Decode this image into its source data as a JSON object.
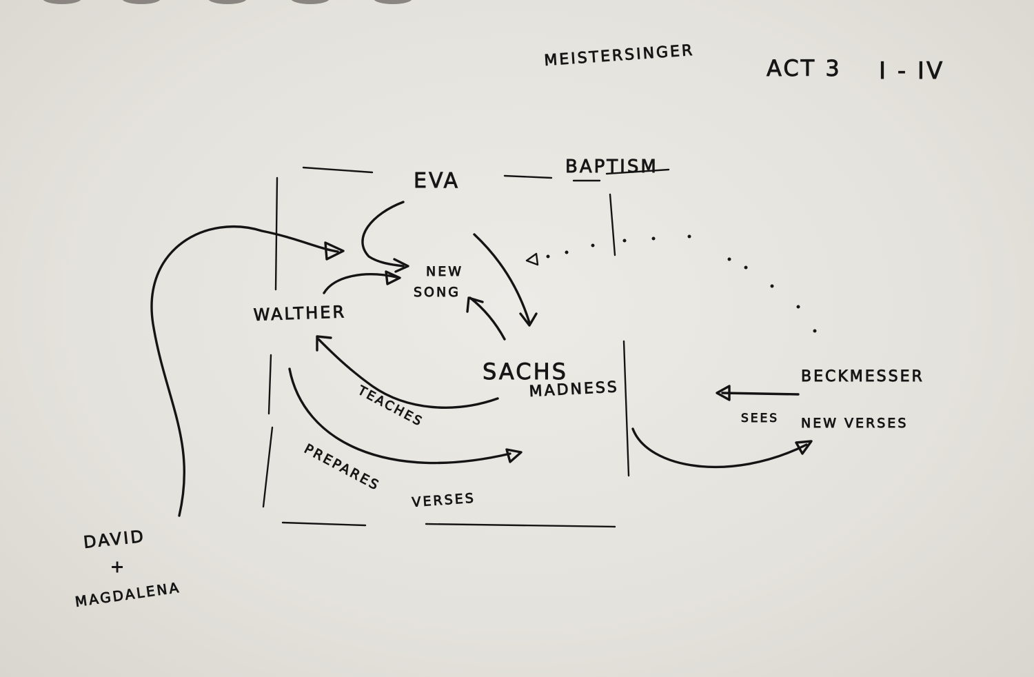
{
  "header": {
    "title": "Meistersinger",
    "act": "Act 3",
    "scenes": "I - IV"
  },
  "nodes": {
    "eva": "Eva",
    "baptism": "Baptism",
    "new_song_1": "New",
    "new_song_2": "Song",
    "walther": "Walther",
    "sachs": "Sachs",
    "madness": "Madness",
    "beckmesser": "Beckmesser",
    "sees_new_verses_1": "Sees",
    "sees_new_verses_2": "New Verses",
    "david": "David",
    "plus": "+",
    "magdalena": "Magdalena"
  },
  "edges": {
    "teaches": "Teaches",
    "prepares_verses_1": "Prepares",
    "prepares_verses_2": "Verses"
  },
  "colors": {
    "ink": "#141414",
    "paper": "#e6e4de"
  }
}
